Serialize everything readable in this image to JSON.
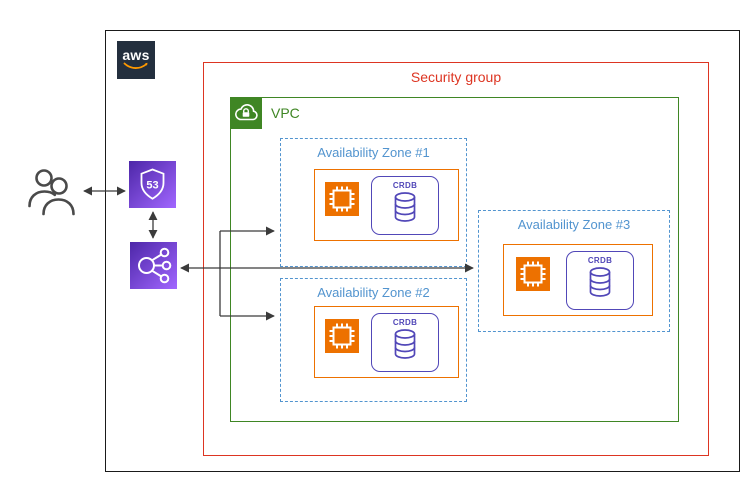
{
  "logo": {
    "text": "aws"
  },
  "security_group": {
    "label": "Security group",
    "color": "#DD3522"
  },
  "vpc": {
    "label": "VPC",
    "color": "#3F8624"
  },
  "zones": [
    {
      "label": "Availability Zone #1"
    },
    {
      "label": "Availability Zone #2"
    },
    {
      "label": "Availability Zone #3"
    }
  ],
  "crdb": {
    "label": "CRDB",
    "color": "#5147B8"
  },
  "route53": {
    "shield_text": "53"
  },
  "colors": {
    "az_blue": "#5294CF",
    "ec2_orange": "#ED7100",
    "icon_purple_start": "#4D27A8",
    "icon_purple_end": "#A166FF",
    "aws_navy": "#232F3E",
    "aws_smile_orange": "#FF9900",
    "arrow_gray": "#3B3B3B",
    "outer_border": "#1A1A1A"
  },
  "icons": {
    "users": "users-icon",
    "route53": "route53-shield-icon",
    "load_balancer": "load-balancer-icon",
    "vpc": "vpc-cloud-lock-icon",
    "ec2": "ec2-instance-icon",
    "database": "database-cylinder-icon"
  }
}
